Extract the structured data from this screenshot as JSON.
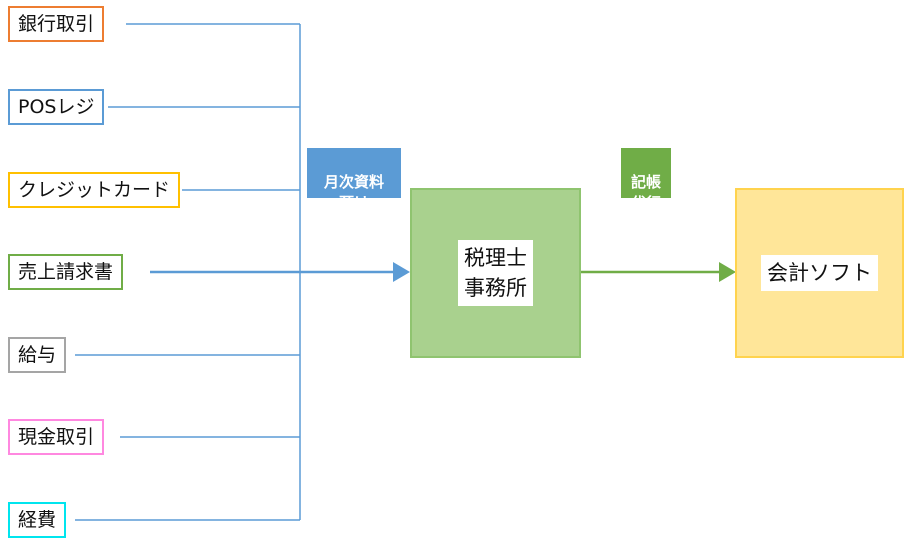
{
  "sources": [
    {
      "id": "bank",
      "label": "銀行取引",
      "color": "#ED7D31"
    },
    {
      "id": "pos",
      "label": "POSレジ",
      "color": "#5B9BD5"
    },
    {
      "id": "credit",
      "label": "クレジットカード",
      "color": "#FFC000"
    },
    {
      "id": "invoice",
      "label": "売上請求書",
      "color": "#70AD47"
    },
    {
      "id": "salary",
      "label": "給与",
      "color": "#A5A5A5"
    },
    {
      "id": "cash",
      "label": "現金取引",
      "color": "#FF88E0"
    },
    {
      "id": "expense",
      "label": "経費",
      "color": "#00E5EE"
    }
  ],
  "tags": {
    "monthly_docs": {
      "text": "月次資料\n預け",
      "color": "#5B9BD5"
    },
    "bookkeeping": {
      "text": "記帳\n代行",
      "color": "#70AD47"
    }
  },
  "nodes": {
    "tax_office": {
      "label": "税理士\n事務所",
      "fill": "#A9D18E",
      "border": "#8FC46F"
    },
    "accounting_software": {
      "label": "会計ソフト",
      "fill": "#FFE699",
      "border": "#FFD34E"
    }
  },
  "connector_colors": {
    "blue": "#5B9BD5",
    "green": "#70AD47"
  }
}
